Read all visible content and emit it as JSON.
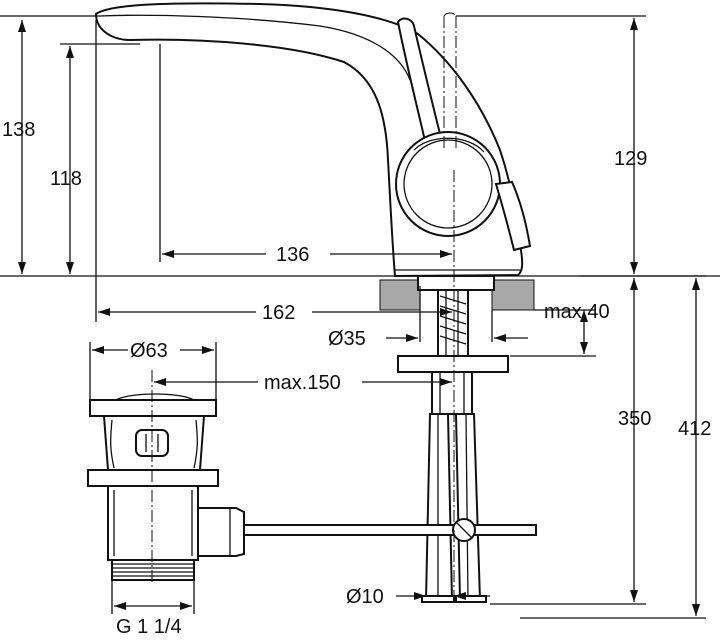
{
  "drawing": {
    "title": "",
    "colors": {
      "line": "#111111",
      "counter": "#a8a8a8",
      "background": "#ffffff"
    },
    "dimensions": {
      "height_total": "138",
      "height_spout": "118",
      "height_handle": "129",
      "reach_spout_from_axis": "136",
      "reach_total": "162",
      "hole_diameter": "Ø35",
      "counter_thickness_max": "max.40",
      "waste_diameter": "Ø63",
      "rod_reach_max": "max.150",
      "height_under_counter": "350",
      "height_overall_under": "412",
      "rod_diameter": "Ø10",
      "waste_thread": "G 1 1/4"
    }
  }
}
